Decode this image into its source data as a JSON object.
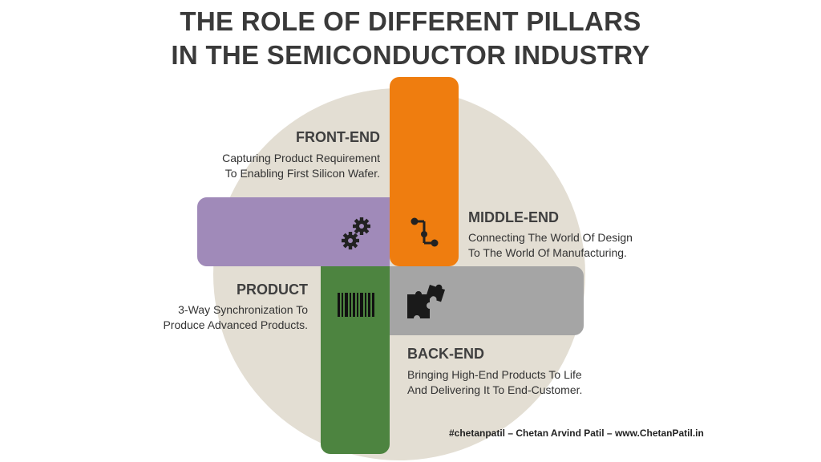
{
  "title": {
    "line1": "THE ROLE OF DIFFERENT PILLARS",
    "line2": "IN THE SEMICONDUCTOR INDUSTRY"
  },
  "pillars": {
    "front_end": {
      "heading": "FRONT-END",
      "line1": "Capturing Product Requirement",
      "line2": "To Enabling First Silicon Wafer.",
      "icon": "gears-icon",
      "color": "#a08ab9"
    },
    "middle_end": {
      "heading": "MIDDLE-END",
      "line1": "Connecting The World Of Design",
      "line2": "To The World Of Manufacturing.",
      "icon": "connection-path-icon",
      "color": "#ef7d0f"
    },
    "product": {
      "heading": "PRODUCT",
      "line1": "3-Way Synchronization To",
      "line2": "Produce Advanced Products.",
      "icon": "barcode-icon",
      "color": "#4d8440"
    },
    "back_end": {
      "heading": "BACK-END",
      "line1": "Bringing High-End Products To Life",
      "line2": "And Delivering It To End-Customer.",
      "icon": "puzzle-icon",
      "color": "#a5a5a5"
    }
  },
  "footer": "#chetanpatil – Chetan Arvind Patil – www.ChetanPatil.in",
  "colors": {
    "background_circle": "#e3ded3",
    "title": "#3a3a3a"
  }
}
